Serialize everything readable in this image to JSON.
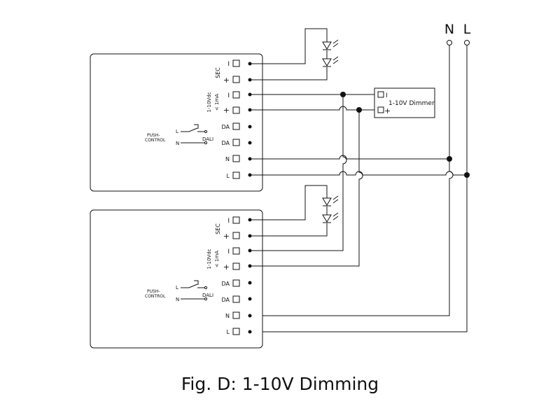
{
  "mains": {
    "neutral": "N",
    "live": "L"
  },
  "drivers": [
    {
      "sec_label": "SEC",
      "sec_minus": "I",
      "sec_plus": "+",
      "dim_label_line1": "1-10Vdc",
      "dim_label_line2": "< 1mA",
      "dim_minus": "I",
      "dim_plus": "+",
      "da1": "DA",
      "da2": "DA",
      "n": "N",
      "l": "L",
      "push_line1": "PUSH-",
      "push_line2": "CONTROL",
      "push_l": "L",
      "push_n": "N",
      "dali": "DALI"
    },
    {
      "sec_label": "SEC",
      "sec_minus": "I",
      "sec_plus": "+",
      "dim_label_line1": "1-10Vdc",
      "dim_label_line2": "< 1mA",
      "dim_minus": "I",
      "dim_plus": "+",
      "da1": "DA",
      "da2": "DA",
      "n": "N",
      "l": "L",
      "push_line1": "PUSH-",
      "push_line2": "CONTROL",
      "push_l": "L",
      "push_n": "N",
      "dali": "DALI"
    }
  ],
  "dimmer": {
    "label": "1-10V Dimmer",
    "minus": "I",
    "plus": "+"
  },
  "caption": "Fig. D: 1-10V Dimming"
}
